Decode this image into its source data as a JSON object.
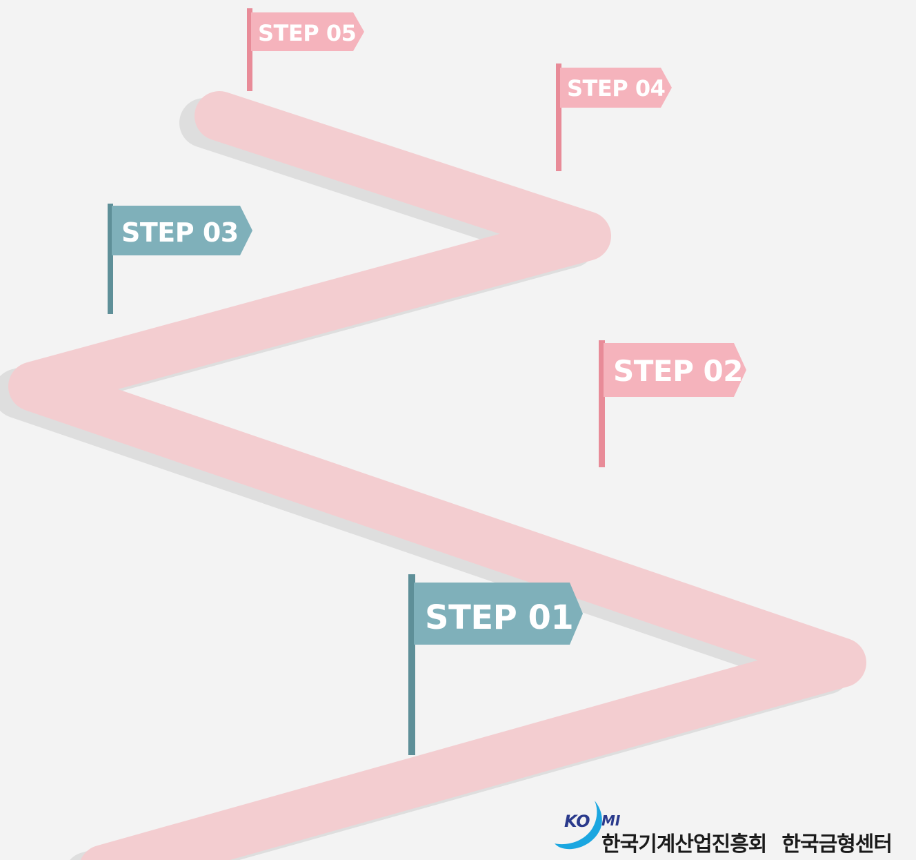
{
  "colors": {
    "background": "#f3f3f3",
    "road": "#f3cdd0",
    "road_shadow": "#dedede",
    "pink_flag": "#f5b3bc",
    "pink_pole": "#e88b98",
    "teal_flag": "#7fb0ba",
    "teal_pole": "#5e8f98",
    "logo_blue": "#2a3a8c",
    "logo_swoosh": "#1aa6e0"
  },
  "steps": [
    {
      "label": "STEP 01",
      "color": "teal"
    },
    {
      "label": "STEP 02",
      "color": "pink"
    },
    {
      "label": "STEP 03",
      "color": "teal"
    },
    {
      "label": "STEP 04",
      "color": "pink"
    },
    {
      "label": "STEP 05",
      "color": "pink"
    }
  ],
  "logo": {
    "mark_left": "KO",
    "mark_right": "MI",
    "org_name": "한국기계산업진흥회",
    "center_name": "한국금형센터"
  }
}
